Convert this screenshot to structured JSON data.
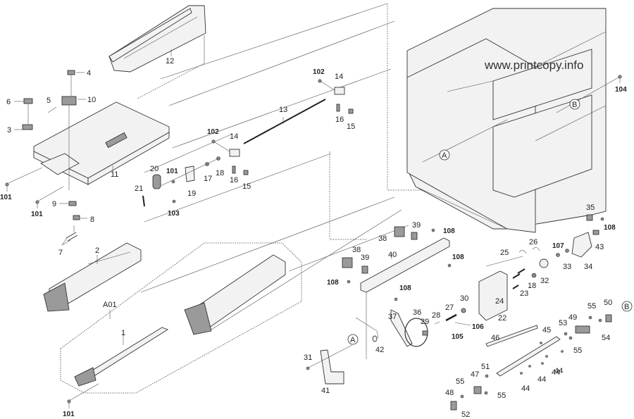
{
  "diagram": {
    "title": "Exploded parts diagram – developer / drive frame assembly",
    "watermark": "www.printcopy.info",
    "assembly_label": "A01",
    "reference_markers": [
      "A",
      "B"
    ],
    "labels": [
      {
        "id": "p1",
        "text": "1"
      },
      {
        "id": "p2",
        "text": "2"
      },
      {
        "id": "p3",
        "text": "3"
      },
      {
        "id": "p4",
        "text": "4"
      },
      {
        "id": "p5",
        "text": "5"
      },
      {
        "id": "p6",
        "text": "6"
      },
      {
        "id": "p7",
        "text": "7"
      },
      {
        "id": "p8",
        "text": "8"
      },
      {
        "id": "p9",
        "text": "9"
      },
      {
        "id": "p10",
        "text": "10"
      },
      {
        "id": "p11",
        "text": "11"
      },
      {
        "id": "p12",
        "text": "12"
      },
      {
        "id": "p13",
        "text": "13"
      },
      {
        "id": "p14a",
        "text": "14"
      },
      {
        "id": "p14b",
        "text": "14"
      },
      {
        "id": "p15a",
        "text": "15"
      },
      {
        "id": "p15b",
        "text": "15"
      },
      {
        "id": "p16a",
        "text": "16"
      },
      {
        "id": "p16b",
        "text": "16"
      },
      {
        "id": "p17",
        "text": "17"
      },
      {
        "id": "p18a",
        "text": "18"
      },
      {
        "id": "p18b",
        "text": "18"
      },
      {
        "id": "p19",
        "text": "19"
      },
      {
        "id": "p20",
        "text": "20"
      },
      {
        "id": "p21",
        "text": "21"
      },
      {
        "id": "p22",
        "text": "22"
      },
      {
        "id": "p23",
        "text": "23"
      },
      {
        "id": "p24",
        "text": "24"
      },
      {
        "id": "p25",
        "text": "25"
      },
      {
        "id": "p26",
        "text": "26"
      },
      {
        "id": "p27",
        "text": "27"
      },
      {
        "id": "p28",
        "text": "28"
      },
      {
        "id": "p29",
        "text": "29"
      },
      {
        "id": "p30",
        "text": "30"
      },
      {
        "id": "p31",
        "text": "31"
      },
      {
        "id": "p32",
        "text": "32"
      },
      {
        "id": "p33",
        "text": "33"
      },
      {
        "id": "p34",
        "text": "34"
      },
      {
        "id": "p35",
        "text": "35"
      },
      {
        "id": "p36",
        "text": "36"
      },
      {
        "id": "p37",
        "text": "37"
      },
      {
        "id": "p38a",
        "text": "38"
      },
      {
        "id": "p38b",
        "text": "38"
      },
      {
        "id": "p39a",
        "text": "39"
      },
      {
        "id": "p39b",
        "text": "39"
      },
      {
        "id": "p40",
        "text": "40"
      },
      {
        "id": "p41",
        "text": "41"
      },
      {
        "id": "p42",
        "text": "42"
      },
      {
        "id": "p43",
        "text": "43"
      },
      {
        "id": "p44a",
        "text": "44"
      },
      {
        "id": "p44b",
        "text": "44"
      },
      {
        "id": "p44c",
        "text": "44"
      },
      {
        "id": "p44d",
        "text": "44"
      },
      {
        "id": "p45",
        "text": "45"
      },
      {
        "id": "p46",
        "text": "46"
      },
      {
        "id": "p47",
        "text": "47"
      },
      {
        "id": "p48",
        "text": "48"
      },
      {
        "id": "p49",
        "text": "49"
      },
      {
        "id": "p50",
        "text": "50"
      },
      {
        "id": "p51",
        "text": "51"
      },
      {
        "id": "p52",
        "text": "52"
      },
      {
        "id": "p53",
        "text": "53"
      },
      {
        "id": "p54",
        "text": "54"
      },
      {
        "id": "p55a",
        "text": "55"
      },
      {
        "id": "p55b",
        "text": "55"
      },
      {
        "id": "p55c",
        "text": "55"
      },
      {
        "id": "p55d",
        "text": "55"
      },
      {
        "id": "s101a",
        "text": "101"
      },
      {
        "id": "s101b",
        "text": "101"
      },
      {
        "id": "s101c",
        "text": "101"
      },
      {
        "id": "s101d",
        "text": "101"
      },
      {
        "id": "s102a",
        "text": "102"
      },
      {
        "id": "s102b",
        "text": "102"
      },
      {
        "id": "s103",
        "text": "103"
      },
      {
        "id": "s104",
        "text": "104"
      },
      {
        "id": "s105",
        "text": "105"
      },
      {
        "id": "s106",
        "text": "106"
      },
      {
        "id": "s107",
        "text": "107"
      },
      {
        "id": "s108a",
        "text": "108"
      },
      {
        "id": "s108b",
        "text": "108"
      },
      {
        "id": "s108c",
        "text": "108"
      },
      {
        "id": "s108d",
        "text": "108"
      },
      {
        "id": "s108e",
        "text": "108"
      }
    ]
  }
}
